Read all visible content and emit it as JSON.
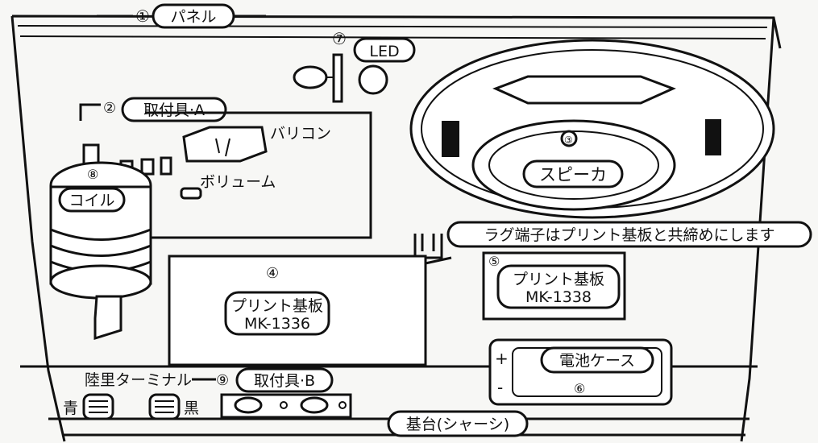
{
  "labels": {
    "panel_num": "①",
    "panel": "パネル",
    "led_num": "⑦",
    "led": "LED",
    "bracket_a_num": "②",
    "bracket_a": "取付具·A",
    "varicon": "バリコン",
    "volume": "ボリューム",
    "coil_num": "⑧",
    "coil": "コイル",
    "speaker_num": "③",
    "speaker": "スピーカ",
    "lug_note": "ラグ端子はプリント基板と共締めにします",
    "pcb1_num": "④",
    "pcb1_line1": "プリント基板",
    "pcb1_line2": "MK-1336",
    "pcb2_num": "⑤",
    "pcb2_line1": "プリント基板",
    "pcb2_line2": "MK-1338",
    "battery": "電池ケース",
    "battery_num": "⑥",
    "battery_plus": "+",
    "battery_minus": "-",
    "terminal": "陸里ターミナル",
    "bracket_b_num": "⑨",
    "bracket_b": "取付具·B",
    "blue": "青",
    "black": "黒",
    "base": "基台(シャーシ)"
  }
}
